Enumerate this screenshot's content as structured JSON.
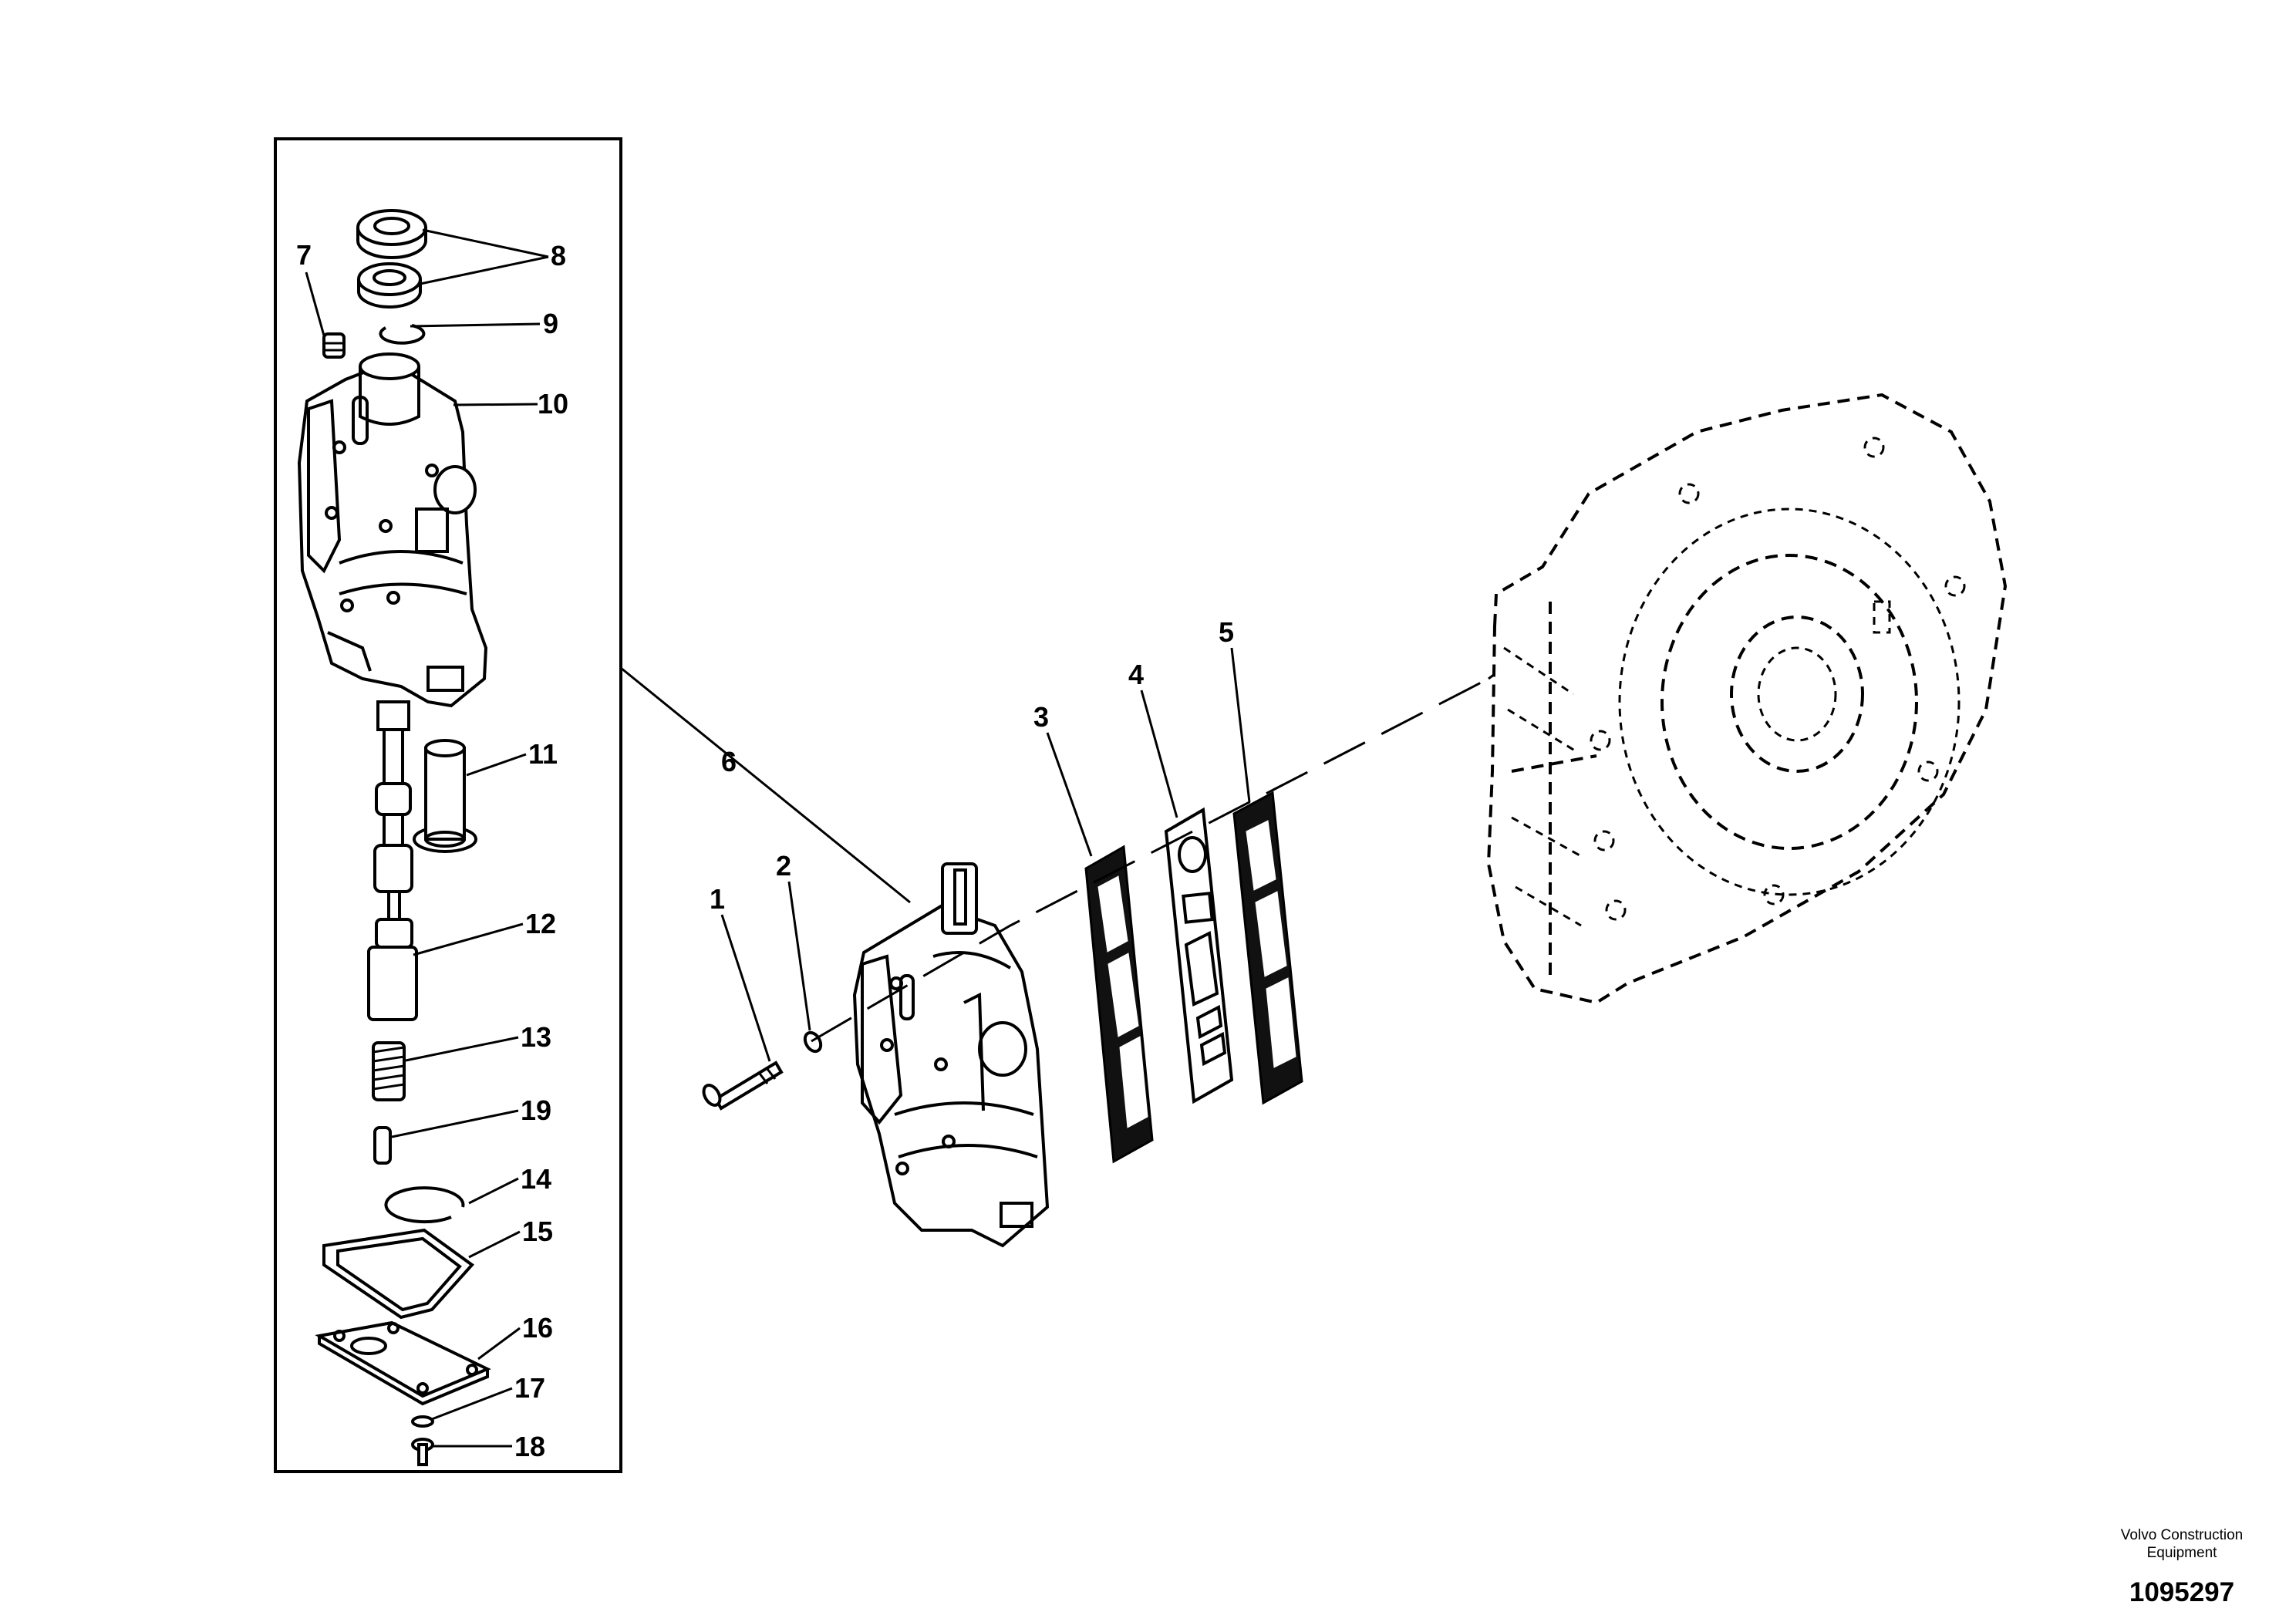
{
  "labels": {
    "p1": "1",
    "p2": "2",
    "p3": "3",
    "p4": "4",
    "p5": "5",
    "p6": "6",
    "p7": "7",
    "p8": "8",
    "p9": "9",
    "p10": "10",
    "p11": "11",
    "p12": "12",
    "p13": "13",
    "p14": "14",
    "p15": "15",
    "p16": "16",
    "p17": "17",
    "p18": "18",
    "p19": "19"
  },
  "footer": {
    "maker_line1": "Volvo Construction",
    "maker_line2": "Equipment",
    "reference": "1095297"
  }
}
